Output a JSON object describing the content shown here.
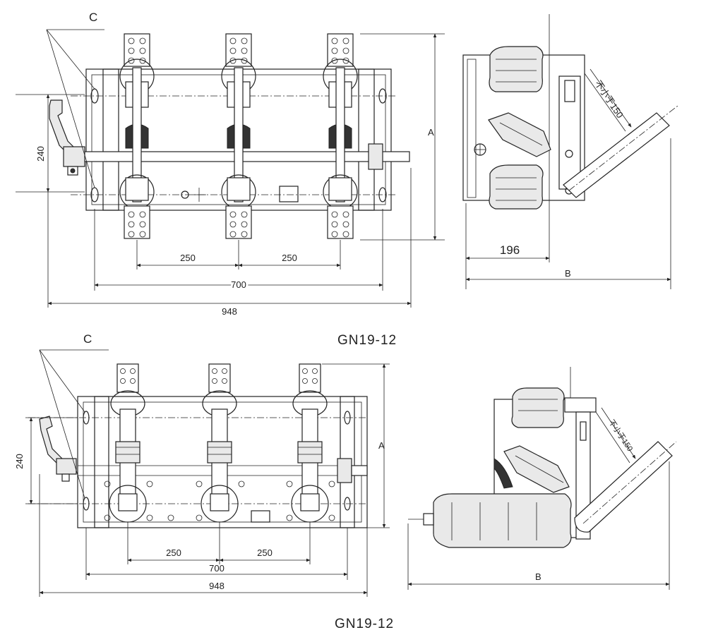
{
  "drawings": [
    {
      "model": "GN19-12",
      "front": {
        "callout": "C",
        "height_label": "A",
        "left_height": "240",
        "pitch_1": "250",
        "pitch_2": "250",
        "mounting_span": "700",
        "overall_width": "948"
      },
      "side": {
        "rod_offset": "196",
        "depth_label": "B",
        "clearance_note": "不小于150"
      }
    },
    {
      "model": "GN19-12",
      "front": {
        "callout": "C",
        "height_label": "A",
        "left_height": "240",
        "pitch_1": "250",
        "pitch_2": "250",
        "mounting_span": "700",
        "overall_width": "948"
      },
      "side": {
        "depth_label": "B",
        "clearance_note": "不小于150"
      }
    }
  ]
}
